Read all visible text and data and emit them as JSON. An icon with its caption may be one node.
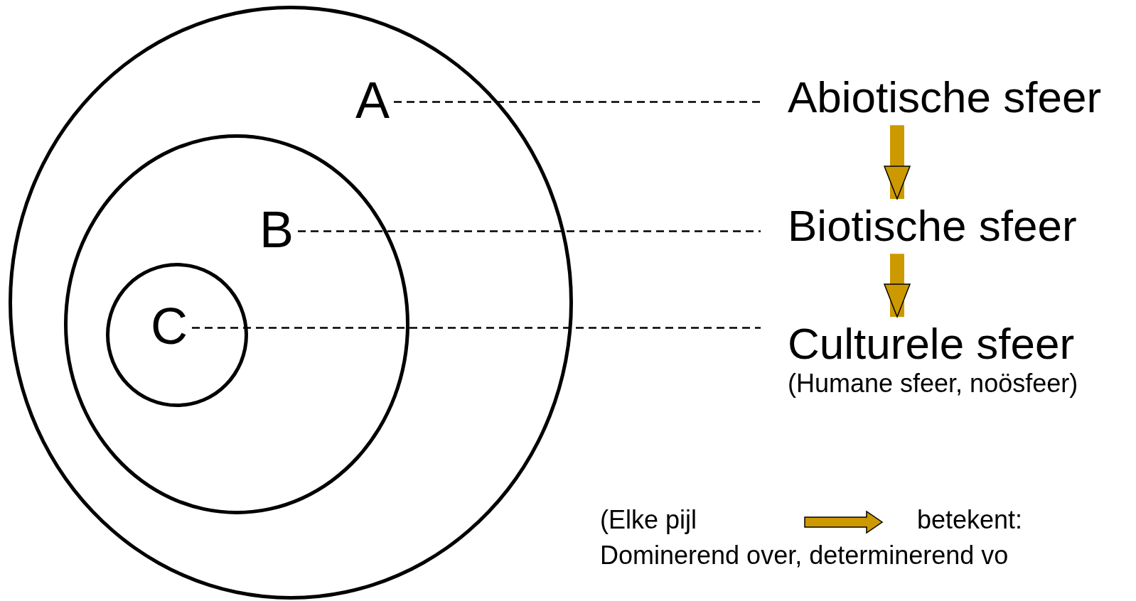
{
  "diagram": {
    "nodes": [
      {
        "text": [],
        "shape": "circle"
      },
      {
        "text": [
          "A"
        ],
        "in": 0
      },
      {
        "text": [],
        "shape": "circle",
        "in": 0
      },
      {
        "text": [
          "B"
        ],
        "in": 2
      },
      {
        "text": [],
        "shape": "circle",
        "in": 2
      },
      {
        "text": [
          "C"
        ],
        "in": 4
      },
      {
        "text": [
          "Abiotische sfeer"
        ]
      },
      {
        "text": [
          "Biotische sfeer"
        ]
      },
      {
        "text": [
          "Culturele sfeer",
          "(Humane sfeer, noösfeer)"
        ]
      }
    ],
    "edges": [
      {
        "from": 1,
        "to": 6,
        "arrow": "none",
        "style": "dashed"
      },
      {
        "from": 3,
        "to": 7,
        "arrow": "none",
        "style": "dashed"
      },
      {
        "from": 5,
        "to": 8,
        "arrow": "none",
        "style": "dashed"
      },
      {
        "from": 6,
        "to": 7,
        "arrow": "to",
        "style": "thick",
        "color": "#cc9900"
      },
      {
        "from": 7,
        "to": 8,
        "arrow": "to",
        "style": "thick",
        "color": "#cc9900"
      }
    ],
    "labels": [
      "(Elke pijl",
      "betekent:",
      "Dominerend over, determinerend vo"
    ]
  }
}
